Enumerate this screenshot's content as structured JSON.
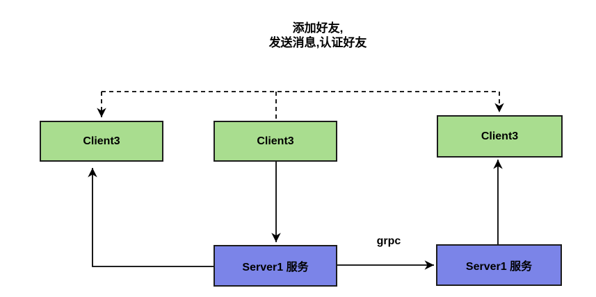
{
  "title": {
    "line1": "添加好友,",
    "line2": "发送消息,认证好友"
  },
  "nodes": [
    {
      "id": "client-left",
      "label": "Client3",
      "type": "client"
    },
    {
      "id": "client-middle",
      "label": "Client3",
      "type": "client"
    },
    {
      "id": "client-right",
      "label": "Client3",
      "type": "client"
    },
    {
      "id": "server-left",
      "label": "Server1 服务",
      "type": "server"
    },
    {
      "id": "server-right",
      "label": "Server1 服务",
      "type": "server"
    }
  ],
  "edges": [
    {
      "from": "title",
      "to": "client-left",
      "style": "dashed",
      "label": ""
    },
    {
      "from": "title",
      "to": "client-middle",
      "style": "dashed",
      "label": ""
    },
    {
      "from": "title",
      "to": "client-right",
      "style": "dashed",
      "label": ""
    },
    {
      "from": "client-middle",
      "to": "server-left",
      "style": "solid",
      "label": ""
    },
    {
      "from": "server-left",
      "to": "client-left",
      "style": "solid",
      "label": ""
    },
    {
      "from": "server-left",
      "to": "server-right",
      "style": "solid",
      "label": "grpc"
    },
    {
      "from": "server-right",
      "to": "client-right",
      "style": "solid",
      "label": ""
    }
  ],
  "grpc_label": "grpc",
  "colors": {
    "client_fill": "#a9dd8f",
    "server_fill": "#7b84e8",
    "border": "#1b1b1b",
    "line": "#000000",
    "background": "#ffffff",
    "text": "#000000"
  }
}
